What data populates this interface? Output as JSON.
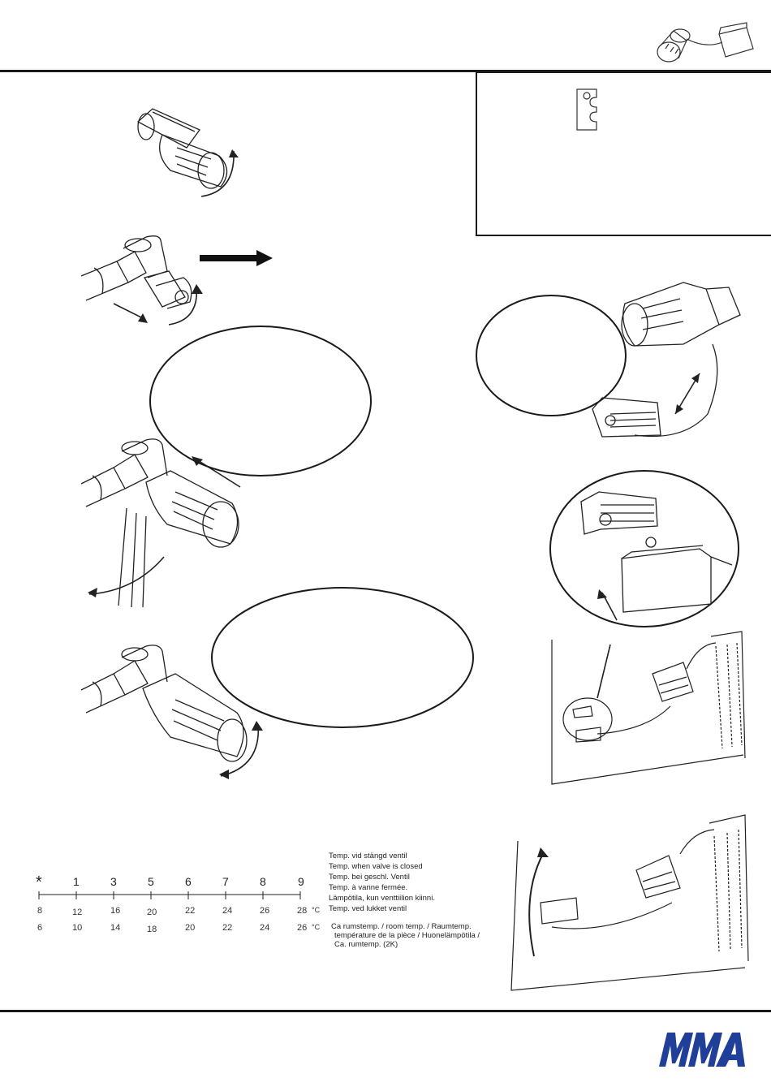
{
  "scale": {
    "marks": [
      "*",
      "1",
      "3",
      "5",
      "6",
      "7",
      "8",
      "9"
    ],
    "row_closed": [
      "8",
      "12",
      "16",
      "20",
      "22",
      "24",
      "26",
      "28"
    ],
    "row_closed_unit": "°C",
    "row_room": [
      "6",
      "10",
      "14",
      "18",
      "20",
      "22",
      "24",
      "26"
    ],
    "row_room_unit": "°C"
  },
  "legend": {
    "closed_lines": [
      "Temp. vid stängd ventil",
      "Temp. when valve is closed",
      "Temp. bei geschl. Ventil",
      "Temp. à vanne fermée.",
      "Lämpötila, kun venttiilion kiinni.",
      "Temp. ved lukket ventil"
    ],
    "room_lines": [
      "Ca rumstemp. / room temp. / Raumtemp.",
      "température de la pièce / Huonelämpötila /",
      "Ca. rumtemp. (2K)"
    ]
  },
  "logo": {
    "text": "MMA",
    "color": "#1f3f98"
  },
  "colors": {
    "ink": "#1a1a1a",
    "line": "#333333"
  }
}
